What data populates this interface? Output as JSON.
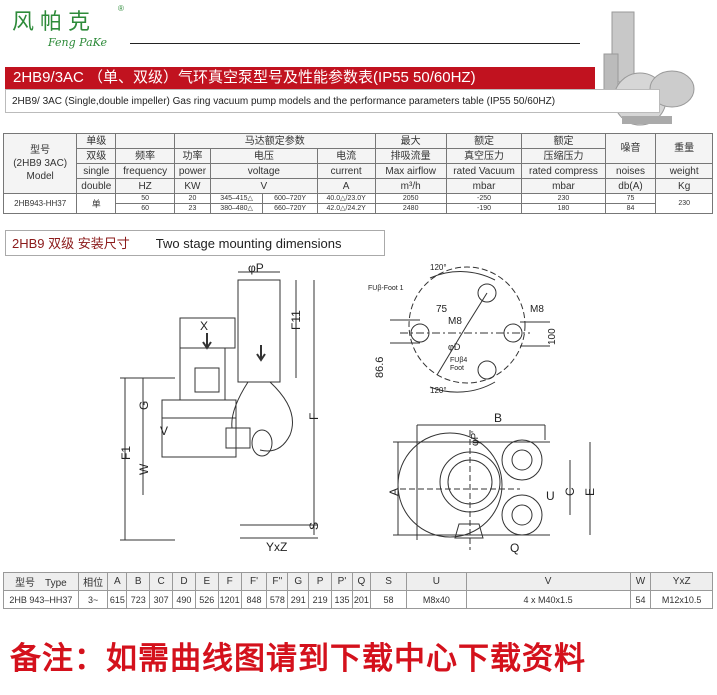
{
  "brand": {
    "name_cn": "风帕克",
    "name_en": "Feng PaKe",
    "registered": "®"
  },
  "banner": "2HB9/3AC （单、双级）气环真空泵型号及性能参数表(IP55 50/60HZ)",
  "subtitle": "2HB9/ 3AC (Single,double impeller) Gas ring vacuum pump models and the performance parameters table (IP55 50/60HZ)",
  "spec_table": {
    "model_header": [
      "型号",
      "(2HB9 3AC)",
      "Model"
    ],
    "stage_header": [
      "单级",
      "双级",
      "single",
      "double"
    ],
    "motor_group": "马达额定参数",
    "frequency": [
      "频率",
      "frequency",
      "HZ"
    ],
    "power": [
      "功率",
      "power",
      "KW"
    ],
    "voltage": [
      "电压",
      "voltage",
      "V"
    ],
    "current": [
      "电流",
      "current",
      "A"
    ],
    "airflow": [
      "最大",
      "排吸流量",
      "Max airflow",
      "m³/h"
    ],
    "vacuum": [
      "额定",
      "真空压力",
      "rated Vacuum",
      "mbar"
    ],
    "compress": [
      "额定",
      "压缩压力",
      "rated compress",
      "mbar"
    ],
    "noise": [
      "噪音",
      "noises",
      "db(A)"
    ],
    "weight": [
      "重量",
      "weight",
      "Kg"
    ],
    "model": "2HB943-HH37",
    "stage": "单",
    "weight_value": "230",
    "rows": [
      {
        "freq": "50",
        "power": "20",
        "v1": "345–415△",
        "v2": "600–720Y",
        "current": "40.0△/23.0Y",
        "airflow": "2050",
        "vacuum": "-250",
        "compress": "230",
        "noise": "75"
      },
      {
        "freq": "60",
        "power": "23",
        "v1": "380–480△",
        "v2": "660–720Y",
        "current": "42.0△/24.2Y",
        "airflow": "2480",
        "vacuum": "-190",
        "compress": "180",
        "noise": "84"
      }
    ]
  },
  "section": {
    "cn": "2HB9 双级 安装尺寸",
    "en": "Two stage mounting dimensions"
  },
  "diagram_labels": {
    "phiP": "φP",
    "X": "X",
    "F11": "F11",
    "F": "F",
    "G": "G",
    "V": "V",
    "F1": "F1",
    "W": "W",
    "S": "S",
    "YxZ": "YxZ",
    "foot1": "FUβ-Foot 1",
    "foot4a": "FUβ4",
    "foot4b": "Foot",
    "a120": "120°",
    "d75": "75",
    "m8": "M8",
    "d100": "100",
    "d866": "86.6",
    "phiD": "φD",
    "B": "B",
    "phiP2": "φP'",
    "A": "A",
    "C": "C",
    "E": "E",
    "U": "U",
    "Q": "Q"
  },
  "dim_table": {
    "headers": [
      "型号　Type",
      "相位",
      "A",
      "B",
      "C",
      "D",
      "E",
      "F",
      "F'",
      "F''",
      "G",
      "P",
      "P'",
      "Q",
      "S",
      "U",
      "V",
      "W",
      "YxZ"
    ],
    "row": [
      "2HB 943–HH37",
      "3~",
      "615",
      "723",
      "307",
      "490",
      "526",
      "1201",
      "848",
      "578",
      "291",
      "219",
      "135",
      "201",
      "58",
      "M8x40",
      "4 x M40x1.5",
      "54",
      "M12x10.5"
    ]
  },
  "note": "备注：如需曲线图请到下载中心下载资料"
}
